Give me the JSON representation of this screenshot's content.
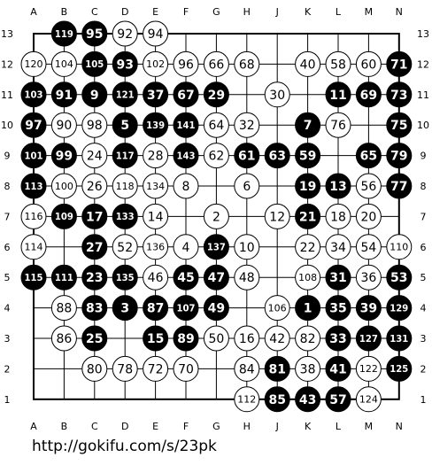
{
  "board": {
    "size": 13,
    "columns": [
      "A",
      "B",
      "C",
      "D",
      "E",
      "F",
      "G",
      "H",
      "J",
      "K",
      "L",
      "M",
      "N"
    ],
    "rows": [
      "13",
      "12",
      "11",
      "10",
      "9",
      "8",
      "7",
      "6",
      "5",
      "4",
      "3",
      "2",
      "1"
    ],
    "stones": [
      {
        "col": "B",
        "row": 13,
        "color": "black",
        "label": "119"
      },
      {
        "col": "C",
        "row": 13,
        "color": "black",
        "label": "95"
      },
      {
        "col": "D",
        "row": 13,
        "color": "white",
        "label": "92"
      },
      {
        "col": "E",
        "row": 13,
        "color": "white",
        "label": "94"
      },
      {
        "col": "A",
        "row": 12,
        "color": "white",
        "label": "120"
      },
      {
        "col": "B",
        "row": 12,
        "color": "white",
        "label": "104"
      },
      {
        "col": "C",
        "row": 12,
        "color": "black",
        "label": "105"
      },
      {
        "col": "D",
        "row": 12,
        "color": "black",
        "label": "93"
      },
      {
        "col": "E",
        "row": 12,
        "color": "white",
        "label": "102"
      },
      {
        "col": "F",
        "row": 12,
        "color": "white",
        "label": "96"
      },
      {
        "col": "G",
        "row": 12,
        "color": "white",
        "label": "66"
      },
      {
        "col": "H",
        "row": 12,
        "color": "white",
        "label": "68"
      },
      {
        "col": "K",
        "row": 12,
        "color": "white",
        "label": "40"
      },
      {
        "col": "L",
        "row": 12,
        "color": "white",
        "label": "58"
      },
      {
        "col": "M",
        "row": 12,
        "color": "white",
        "label": "60"
      },
      {
        "col": "N",
        "row": 12,
        "color": "black",
        "label": "71"
      },
      {
        "col": "A",
        "row": 11,
        "color": "black",
        "label": "103"
      },
      {
        "col": "B",
        "row": 11,
        "color": "black",
        "label": "91"
      },
      {
        "col": "C",
        "row": 11,
        "color": "black",
        "label": "9"
      },
      {
        "col": "D",
        "row": 11,
        "color": "black",
        "label": "121"
      },
      {
        "col": "E",
        "row": 11,
        "color": "black",
        "label": "37"
      },
      {
        "col": "F",
        "row": 11,
        "color": "black",
        "label": "67"
      },
      {
        "col": "G",
        "row": 11,
        "color": "black",
        "label": "29"
      },
      {
        "col": "J",
        "row": 11,
        "color": "white",
        "label": "30"
      },
      {
        "col": "L",
        "row": 11,
        "color": "black",
        "label": "11"
      },
      {
        "col": "M",
        "row": 11,
        "color": "black",
        "label": "69"
      },
      {
        "col": "N",
        "row": 11,
        "color": "black",
        "label": "73"
      },
      {
        "col": "A",
        "row": 10,
        "color": "black",
        "label": "97"
      },
      {
        "col": "B",
        "row": 10,
        "color": "white",
        "label": "90"
      },
      {
        "col": "C",
        "row": 10,
        "color": "white",
        "label": "98"
      },
      {
        "col": "D",
        "row": 10,
        "color": "black",
        "label": "5"
      },
      {
        "col": "E",
        "row": 10,
        "color": "black",
        "label": "139"
      },
      {
        "col": "F",
        "row": 10,
        "color": "black",
        "label": "141"
      },
      {
        "col": "G",
        "row": 10,
        "color": "white",
        "label": "64"
      },
      {
        "col": "H",
        "row": 10,
        "color": "white",
        "label": "32"
      },
      {
        "col": "K",
        "row": 10,
        "color": "black",
        "label": "7"
      },
      {
        "col": "L",
        "row": 10,
        "color": "white",
        "label": "76"
      },
      {
        "col": "N",
        "row": 10,
        "color": "black",
        "label": "75"
      },
      {
        "col": "A",
        "row": 9,
        "color": "black",
        "label": "101"
      },
      {
        "col": "B",
        "row": 9,
        "color": "black",
        "label": "99"
      },
      {
        "col": "C",
        "row": 9,
        "color": "white",
        "label": "24"
      },
      {
        "col": "D",
        "row": 9,
        "color": "black",
        "label": "117"
      },
      {
        "col": "E",
        "row": 9,
        "color": "white",
        "label": "28"
      },
      {
        "col": "F",
        "row": 9,
        "color": "black",
        "label": "143"
      },
      {
        "col": "G",
        "row": 9,
        "color": "white",
        "label": "62"
      },
      {
        "col": "H",
        "row": 9,
        "color": "black",
        "label": "61"
      },
      {
        "col": "J",
        "row": 9,
        "color": "black",
        "label": "63"
      },
      {
        "col": "K",
        "row": 9,
        "color": "black",
        "label": "59"
      },
      {
        "col": "M",
        "row": 9,
        "color": "black",
        "label": "65"
      },
      {
        "col": "N",
        "row": 9,
        "color": "black",
        "label": "79"
      },
      {
        "col": "A",
        "row": 8,
        "color": "black",
        "label": "113"
      },
      {
        "col": "B",
        "row": 8,
        "color": "white",
        "label": "100"
      },
      {
        "col": "C",
        "row": 8,
        "color": "white",
        "label": "26"
      },
      {
        "col": "D",
        "row": 8,
        "color": "white",
        "label": "118"
      },
      {
        "col": "E",
        "row": 8,
        "color": "white",
        "label": "134"
      },
      {
        "col": "F",
        "row": 8,
        "color": "white",
        "label": "8"
      },
      {
        "col": "H",
        "row": 8,
        "color": "white",
        "label": "6"
      },
      {
        "col": "K",
        "row": 8,
        "color": "black",
        "label": "19"
      },
      {
        "col": "L",
        "row": 8,
        "color": "black",
        "label": "13"
      },
      {
        "col": "M",
        "row": 8,
        "color": "white",
        "label": "56"
      },
      {
        "col": "N",
        "row": 8,
        "color": "black",
        "label": "77"
      },
      {
        "col": "A",
        "row": 7,
        "color": "white",
        "label": "116"
      },
      {
        "col": "B",
        "row": 7,
        "color": "black",
        "label": "109"
      },
      {
        "col": "C",
        "row": 7,
        "color": "black",
        "label": "17"
      },
      {
        "col": "D",
        "row": 7,
        "color": "black",
        "label": "133"
      },
      {
        "col": "E",
        "row": 7,
        "color": "white",
        "label": "14"
      },
      {
        "col": "G",
        "row": 7,
        "color": "white",
        "label": "2"
      },
      {
        "col": "J",
        "row": 7,
        "color": "white",
        "label": "12"
      },
      {
        "col": "K",
        "row": 7,
        "color": "black",
        "label": "21"
      },
      {
        "col": "L",
        "row": 7,
        "color": "white",
        "label": "18"
      },
      {
        "col": "M",
        "row": 7,
        "color": "white",
        "label": "20"
      },
      {
        "col": "A",
        "row": 6,
        "color": "white",
        "label": "114"
      },
      {
        "col": "C",
        "row": 6,
        "color": "black",
        "label": "27"
      },
      {
        "col": "D",
        "row": 6,
        "color": "white",
        "label": "52"
      },
      {
        "col": "E",
        "row": 6,
        "color": "white",
        "label": "136"
      },
      {
        "col": "F",
        "row": 6,
        "color": "white",
        "label": "4"
      },
      {
        "col": "G",
        "row": 6,
        "color": "black",
        "label": "137"
      },
      {
        "col": "H",
        "row": 6,
        "color": "white",
        "label": "10"
      },
      {
        "col": "K",
        "row": 6,
        "color": "white",
        "label": "22"
      },
      {
        "col": "L",
        "row": 6,
        "color": "white",
        "label": "34"
      },
      {
        "col": "M",
        "row": 6,
        "color": "white",
        "label": "54"
      },
      {
        "col": "N",
        "row": 6,
        "color": "white",
        "label": "110"
      },
      {
        "col": "A",
        "row": 5,
        "color": "black",
        "label": "115"
      },
      {
        "col": "B",
        "row": 5,
        "color": "black",
        "label": "111"
      },
      {
        "col": "C",
        "row": 5,
        "color": "black",
        "label": "23"
      },
      {
        "col": "D",
        "row": 5,
        "color": "black",
        "label": "135"
      },
      {
        "col": "E",
        "row": 5,
        "color": "white",
        "label": "46"
      },
      {
        "col": "F",
        "row": 5,
        "color": "black",
        "label": "45"
      },
      {
        "col": "G",
        "row": 5,
        "color": "black",
        "label": "47"
      },
      {
        "col": "H",
        "row": 5,
        "color": "white",
        "label": "48"
      },
      {
        "col": "K",
        "row": 5,
        "color": "white",
        "label": "108"
      },
      {
        "col": "L",
        "row": 5,
        "color": "black",
        "label": "31"
      },
      {
        "col": "M",
        "row": 5,
        "color": "white",
        "label": "36"
      },
      {
        "col": "N",
        "row": 5,
        "color": "black",
        "label": "53"
      },
      {
        "col": "B",
        "row": 4,
        "color": "white",
        "label": "88"
      },
      {
        "col": "C",
        "row": 4,
        "color": "black",
        "label": "83"
      },
      {
        "col": "D",
        "row": 4,
        "color": "black",
        "label": "3"
      },
      {
        "col": "E",
        "row": 4,
        "color": "black",
        "label": "87"
      },
      {
        "col": "F",
        "row": 4,
        "color": "black",
        "label": "107"
      },
      {
        "col": "G",
        "row": 4,
        "color": "black",
        "label": "49"
      },
      {
        "col": "J",
        "row": 4,
        "color": "white",
        "label": "106"
      },
      {
        "col": "K",
        "row": 4,
        "color": "black",
        "label": "1"
      },
      {
        "col": "L",
        "row": 4,
        "color": "black",
        "label": "35"
      },
      {
        "col": "M",
        "row": 4,
        "color": "black",
        "label": "39"
      },
      {
        "col": "N",
        "row": 4,
        "color": "black",
        "label": "129"
      },
      {
        "col": "B",
        "row": 3,
        "color": "white",
        "label": "86"
      },
      {
        "col": "C",
        "row": 3,
        "color": "black",
        "label": "25"
      },
      {
        "col": "E",
        "row": 3,
        "color": "black",
        "label": "15"
      },
      {
        "col": "F",
        "row": 3,
        "color": "black",
        "label": "89"
      },
      {
        "col": "G",
        "row": 3,
        "color": "white",
        "label": "50"
      },
      {
        "col": "H",
        "row": 3,
        "color": "white",
        "label": "16"
      },
      {
        "col": "J",
        "row": 3,
        "color": "white",
        "label": "42"
      },
      {
        "col": "K",
        "row": 3,
        "color": "white",
        "label": "82"
      },
      {
        "col": "L",
        "row": 3,
        "color": "black",
        "label": "33"
      },
      {
        "col": "M",
        "row": 3,
        "color": "black",
        "label": "127"
      },
      {
        "col": "N",
        "row": 3,
        "color": "black",
        "label": "131"
      },
      {
        "col": "C",
        "row": 2,
        "color": "white",
        "label": "80"
      },
      {
        "col": "D",
        "row": 2,
        "color": "white",
        "label": "78"
      },
      {
        "col": "E",
        "row": 2,
        "color": "white",
        "label": "72"
      },
      {
        "col": "F",
        "row": 2,
        "color": "white",
        "label": "70"
      },
      {
        "col": "H",
        "row": 2,
        "color": "white",
        "label": "84"
      },
      {
        "col": "J",
        "row": 2,
        "color": "black",
        "label": "81"
      },
      {
        "col": "K",
        "row": 2,
        "color": "white",
        "label": "38"
      },
      {
        "col": "L",
        "row": 2,
        "color": "black",
        "label": "41"
      },
      {
        "col": "M",
        "row": 2,
        "color": "white",
        "label": "122"
      },
      {
        "col": "N",
        "row": 2,
        "color": "black",
        "label": "125"
      },
      {
        "col": "H",
        "row": 1,
        "color": "white",
        "label": "112"
      },
      {
        "col": "J",
        "row": 1,
        "color": "black",
        "label": "85"
      },
      {
        "col": "K",
        "row": 1,
        "color": "black",
        "label": "43"
      },
      {
        "col": "L",
        "row": 1,
        "color": "black",
        "label": "57"
      },
      {
        "col": "M",
        "row": 1,
        "color": "white",
        "label": "124"
      }
    ]
  },
  "footer": {
    "url": "http://gokifu.com/s/23pk"
  },
  "colors": {
    "black_stone": "#000000",
    "white_stone": "#ffffff",
    "grid": "#000000",
    "background": "#ffffff"
  }
}
